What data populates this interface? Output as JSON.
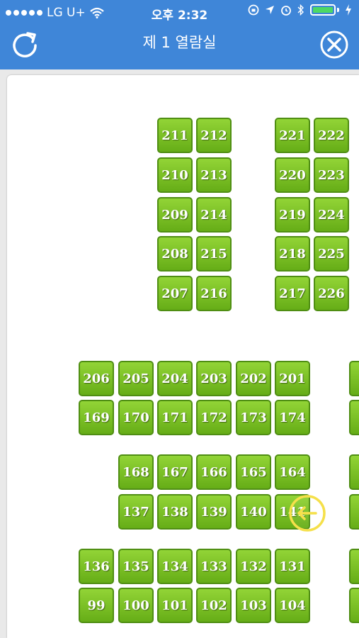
{
  "status_bar": {
    "carrier": "LG U+",
    "time": "오후 2:32"
  },
  "header": {
    "title": "제 1 열람실",
    "refresh_icon": "refresh-icon",
    "close_icon": "close-circle-icon"
  },
  "seats": [
    {
      "id": "211"
    },
    {
      "id": "212"
    },
    {
      "id": "221"
    },
    {
      "id": "222"
    },
    {
      "id": "210"
    },
    {
      "id": "213"
    },
    {
      "id": "220"
    },
    {
      "id": "223"
    },
    {
      "id": "209"
    },
    {
      "id": "214"
    },
    {
      "id": "219"
    },
    {
      "id": "224"
    },
    {
      "id": "208"
    },
    {
      "id": "215"
    },
    {
      "id": "218"
    },
    {
      "id": "225"
    },
    {
      "id": "207"
    },
    {
      "id": "216"
    },
    {
      "id": "217"
    },
    {
      "id": "226"
    },
    {
      "id": "206"
    },
    {
      "id": "205"
    },
    {
      "id": "204"
    },
    {
      "id": "203"
    },
    {
      "id": "202"
    },
    {
      "id": "201"
    },
    {
      "id": "169"
    },
    {
      "id": "170"
    },
    {
      "id": "171"
    },
    {
      "id": "172"
    },
    {
      "id": "173"
    },
    {
      "id": "174"
    },
    {
      "id": "168"
    },
    {
      "id": "167"
    },
    {
      "id": "166"
    },
    {
      "id": "165"
    },
    {
      "id": "164"
    },
    {
      "id": "137"
    },
    {
      "id": "138"
    },
    {
      "id": "139"
    },
    {
      "id": "140"
    },
    {
      "id": "141"
    },
    {
      "id": "136"
    },
    {
      "id": "135"
    },
    {
      "id": "134"
    },
    {
      "id": "133"
    },
    {
      "id": "132"
    },
    {
      "id": "131"
    },
    {
      "id": "99"
    },
    {
      "id": "100"
    },
    {
      "id": "101"
    },
    {
      "id": "102"
    },
    {
      "id": "103"
    },
    {
      "id": "104"
    }
  ],
  "colors": {
    "header": "#3f86d8",
    "seat_available": "#7cc428",
    "back_button": "#f5e04a"
  }
}
